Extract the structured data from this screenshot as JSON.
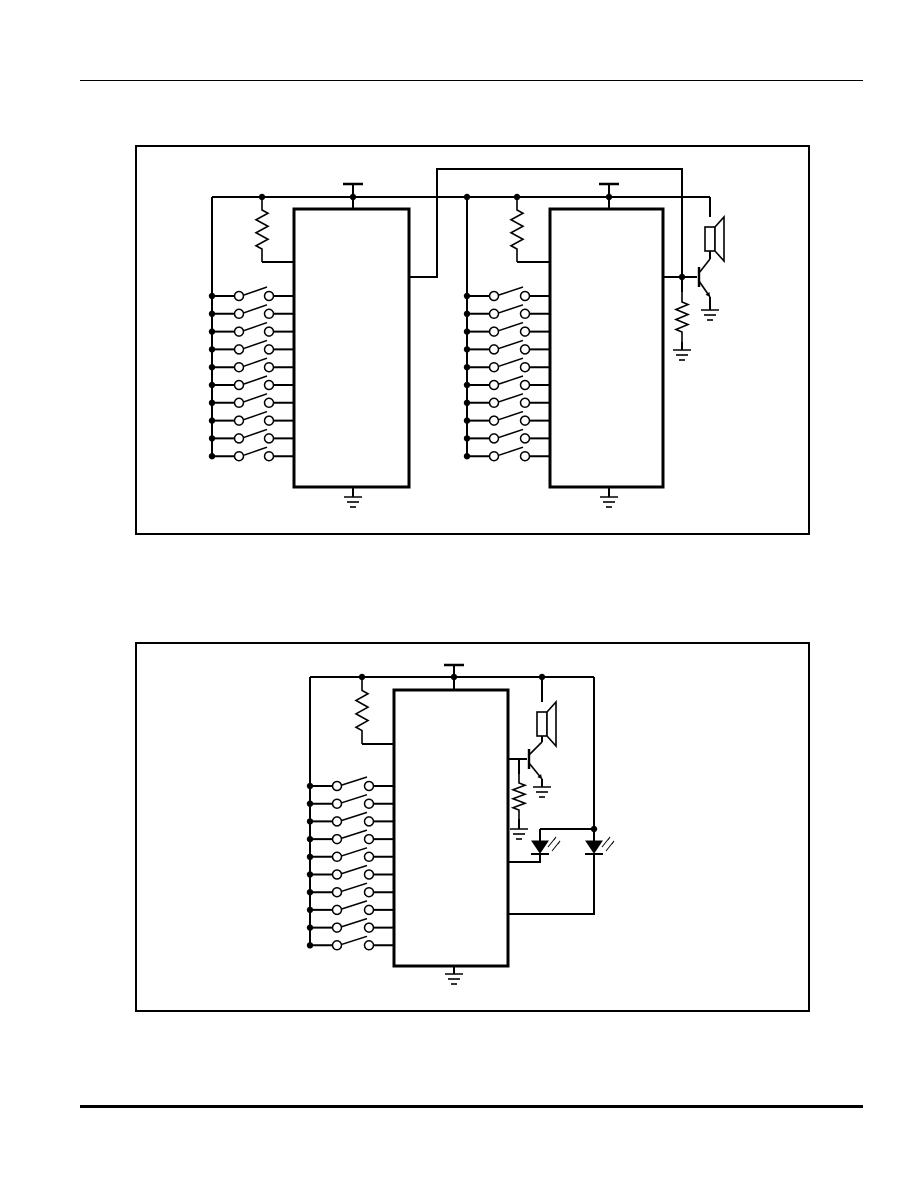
{
  "page": {
    "header_rule": "top-rule",
    "footer_rule": "bottom-rule"
  },
  "diagrams": [
    {
      "id": "two-chip-keypad-circuit",
      "chips": 2,
      "switches_per_chip": 10,
      "components": [
        "ic-chip",
        "pull-up-resistor",
        "key-switch",
        "npn-transistor",
        "speaker",
        "ground",
        "supply-terminal"
      ]
    },
    {
      "id": "single-chip-keypad-circuit",
      "chips": 1,
      "switches_per_chip": 10,
      "components": [
        "ic-chip",
        "pull-up-resistor",
        "key-switch",
        "npn-transistor",
        "speaker",
        "led",
        "ground",
        "supply-terminal"
      ]
    }
  ],
  "colors": {
    "ink": "#000000",
    "paper": "#ffffff"
  }
}
